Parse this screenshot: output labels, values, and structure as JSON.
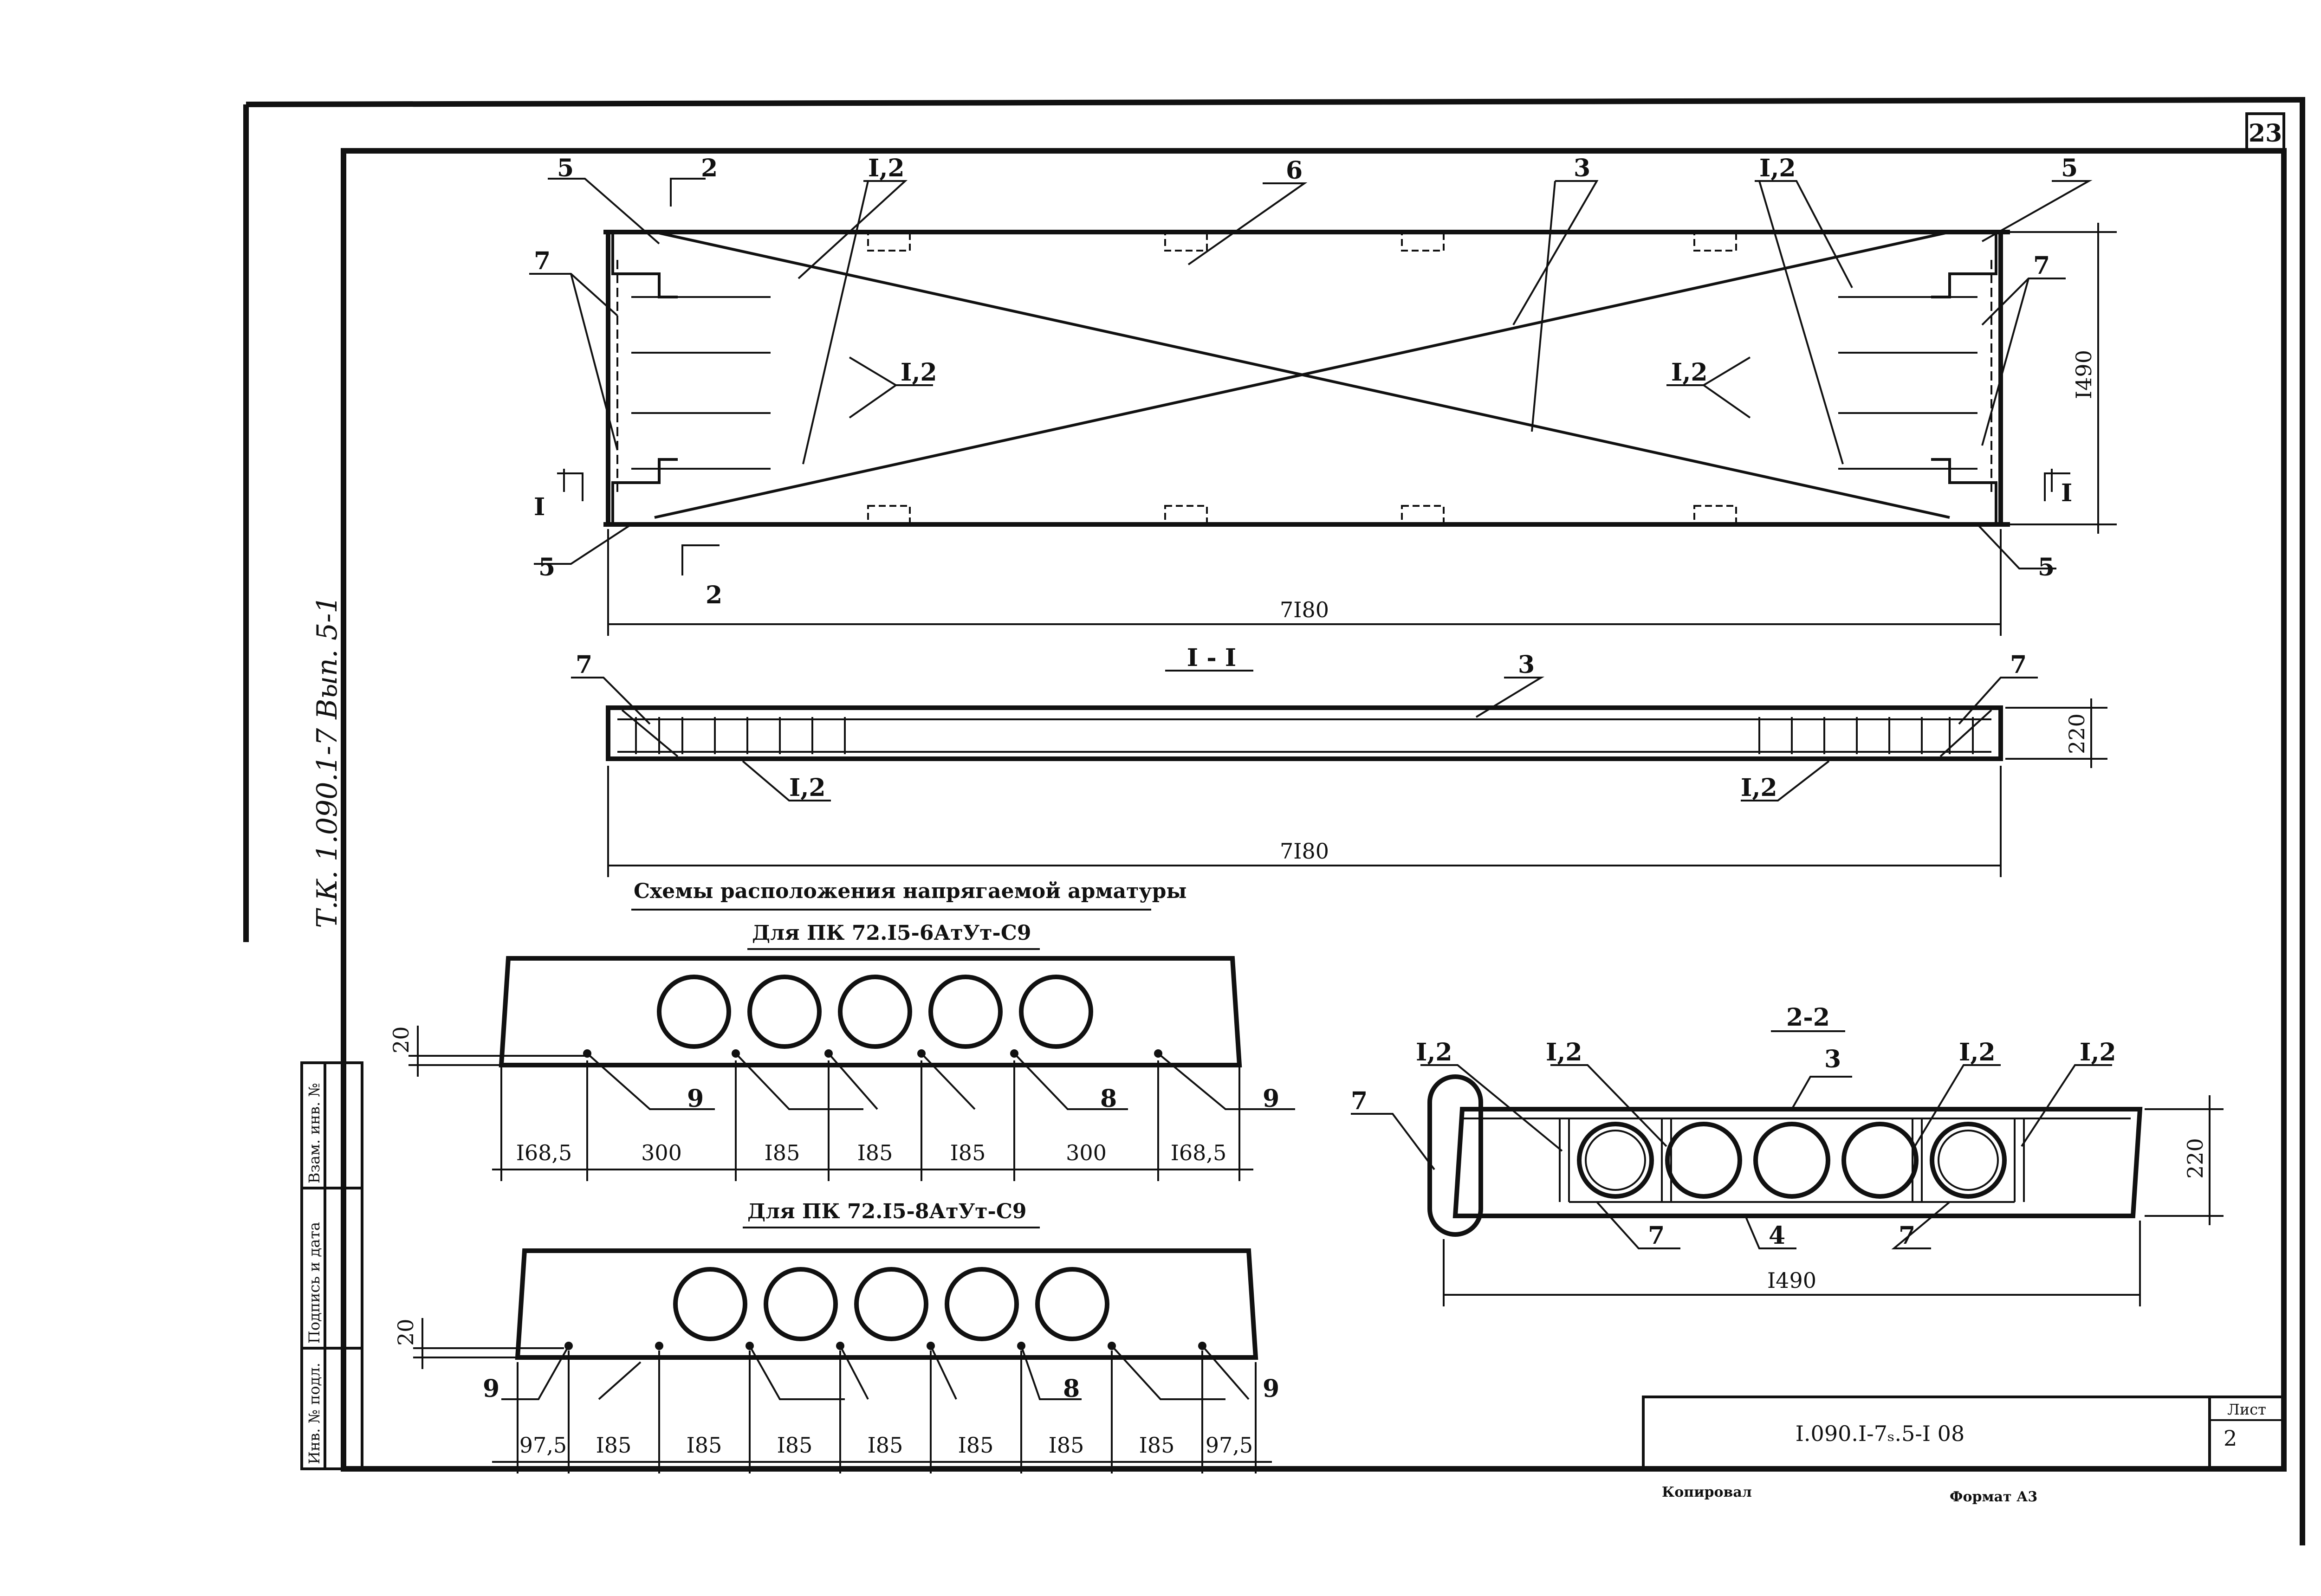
{
  "sheet": {
    "page_number": "23",
    "side_note": "Т.К. 1.090.1-7 Вып. 5-1",
    "designation": "I.090.I-7ₛ.5-I 08",
    "list_label": "Лист",
    "list_number": "2",
    "copied_by": "Копировал",
    "format": "Формат А3"
  },
  "stamp": {
    "inventory_replace": "Взам. инв. №",
    "signature_date": "Подпись и дата",
    "inventory_orig": "Инв. № подл."
  },
  "plan": {
    "callouts": [
      "5",
      "2",
      "I,2",
      "6",
      "3",
      "I,2",
      "5",
      "7",
      "I,2",
      "I,2",
      "7",
      "I",
      "I",
      "5",
      "2",
      "5"
    ],
    "dim_length": "7I80",
    "dim_width": "I490"
  },
  "section_1": {
    "title": "I - I",
    "callouts": [
      "7",
      "3",
      "7",
      "I,2",
      "I,2"
    ],
    "dim_length": "7I80",
    "dim_height": "220"
  },
  "schemes": {
    "title": "Схемы расположения напрягаемой арматуры",
    "scheme_a": {
      "title": "Для ПК 72.I5-6АтУт-С9",
      "dim_side": "20",
      "callouts": [
        "9",
        "8",
        "9"
      ],
      "dims": [
        "I68,5",
        "300",
        "I85",
        "I85",
        "I85",
        "300",
        "I68,5"
      ]
    },
    "scheme_b": {
      "title": "Для ПК 72.I5-8АтУт-С9",
      "dim_side": "20",
      "callouts": [
        "9",
        "8",
        "9"
      ],
      "dims": [
        "97,5",
        "I85",
        "I85",
        "I85",
        "I85",
        "I85",
        "I85",
        "I85",
        "97,5"
      ]
    }
  },
  "section_2": {
    "title": "2-2",
    "callouts": [
      "7",
      "I,2",
      "I,2",
      "3",
      "I,2",
      "I,2",
      "7",
      "4",
      "7"
    ],
    "dim_width": "I490",
    "dim_height": "220"
  }
}
